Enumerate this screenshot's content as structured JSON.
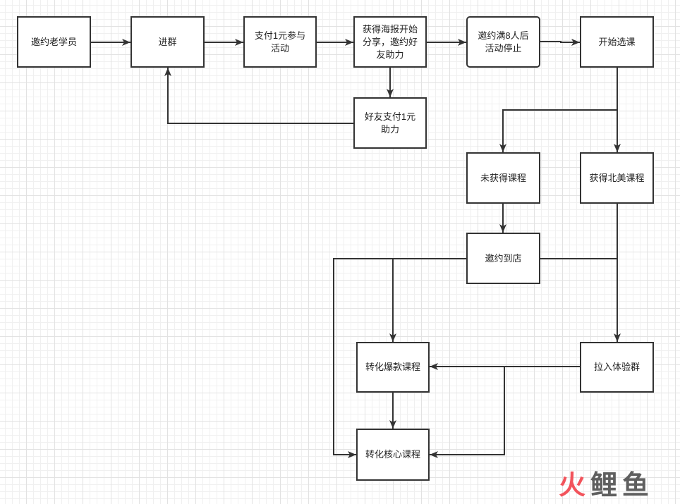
{
  "nodes": {
    "invite_old_students": [
      "邀约老学员"
    ],
    "join_group": [
      "进群"
    ],
    "pay_one_yuan": [
      "支付1元参与",
      "活动"
    ],
    "get_poster_share": [
      "获得海报开始",
      "分享，邀约好",
      "友助力"
    ],
    "invite_full_stop": [
      "邀约满8人后",
      "活动停止"
    ],
    "start_course_selection": [
      "开始选课"
    ],
    "friend_pay_assist": [
      "好友支付1元",
      "助力"
    ],
    "no_course": [
      "未获得课程"
    ],
    "got_north_america_course": [
      "获得北美课程"
    ],
    "invite_to_store": [
      "邀约到店"
    ],
    "convert_hot_course": [
      "转化爆款课程"
    ],
    "join_trial_group": [
      "拉入体验群"
    ],
    "convert_core_course": [
      "转化核心课程"
    ]
  },
  "watermark": {
    "primary": "火",
    "secondary": "鲤鱼"
  },
  "colors": {
    "node_border": "#333333",
    "edge": "#333333",
    "watermark_primary": "#f2535b",
    "watermark_secondary": "#5f5f5f",
    "grid_minor": "#f0f0f0",
    "grid_major": "#e2e2e2"
  }
}
